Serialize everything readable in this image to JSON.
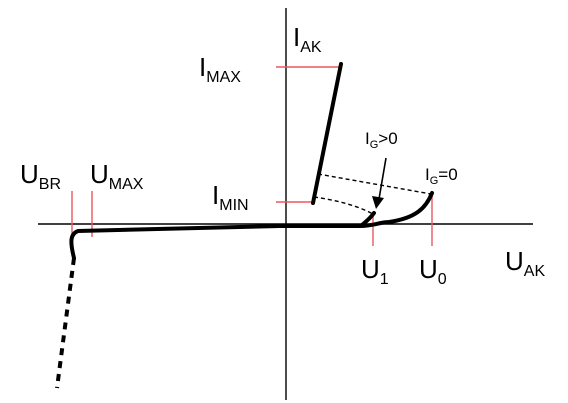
{
  "colors": {
    "axis": "#000000",
    "curve": "#000000",
    "marker": "#e8585f",
    "text": "#000000"
  },
  "labels": {
    "i_ak": {
      "main": "I",
      "sub": "AK"
    },
    "u_ak": {
      "main": "U",
      "sub": "AK"
    },
    "i_max": {
      "main": "I",
      "sub": "MAX"
    },
    "i_min": {
      "main": "I",
      "sub": "MIN"
    },
    "u_br": {
      "main": "U",
      "sub": "BR"
    },
    "u_max": {
      "main": "U",
      "sub": "MAX"
    },
    "u_1": {
      "main": "U",
      "sub": "1"
    },
    "u_0": {
      "main": "U",
      "sub": "0"
    },
    "ig_pos": {
      "main": "I",
      "sub": "G",
      "rest": ">0"
    },
    "ig_zero": {
      "main": "I",
      "sub": "G",
      "rest": "=0"
    }
  }
}
